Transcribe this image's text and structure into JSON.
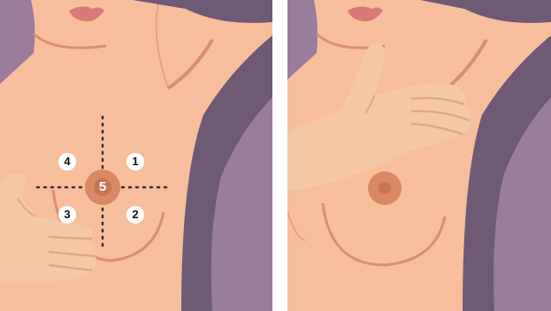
{
  "panels": {
    "left": {
      "quadrant_labels": {
        "q1": "1",
        "q2": "2",
        "q3": "3",
        "q4": "4",
        "center": "5"
      }
    },
    "right": {}
  },
  "colors": {
    "skin": "#F7BE9C",
    "skin_shadow": "#D89070",
    "hand": "#F4C7A7",
    "hand_shadow": "#E0A88A",
    "areola": "#D88865",
    "areola_inner": "#C97555",
    "lips": "#D97A79",
    "clothing_light": "#9A7D9C",
    "clothing_dark": "#6E5A74",
    "dotted_line": "#333333",
    "label_bg": "#FFFFFF"
  },
  "icons": [
    "hand-icon",
    "dotted-crosshair-icon"
  ]
}
